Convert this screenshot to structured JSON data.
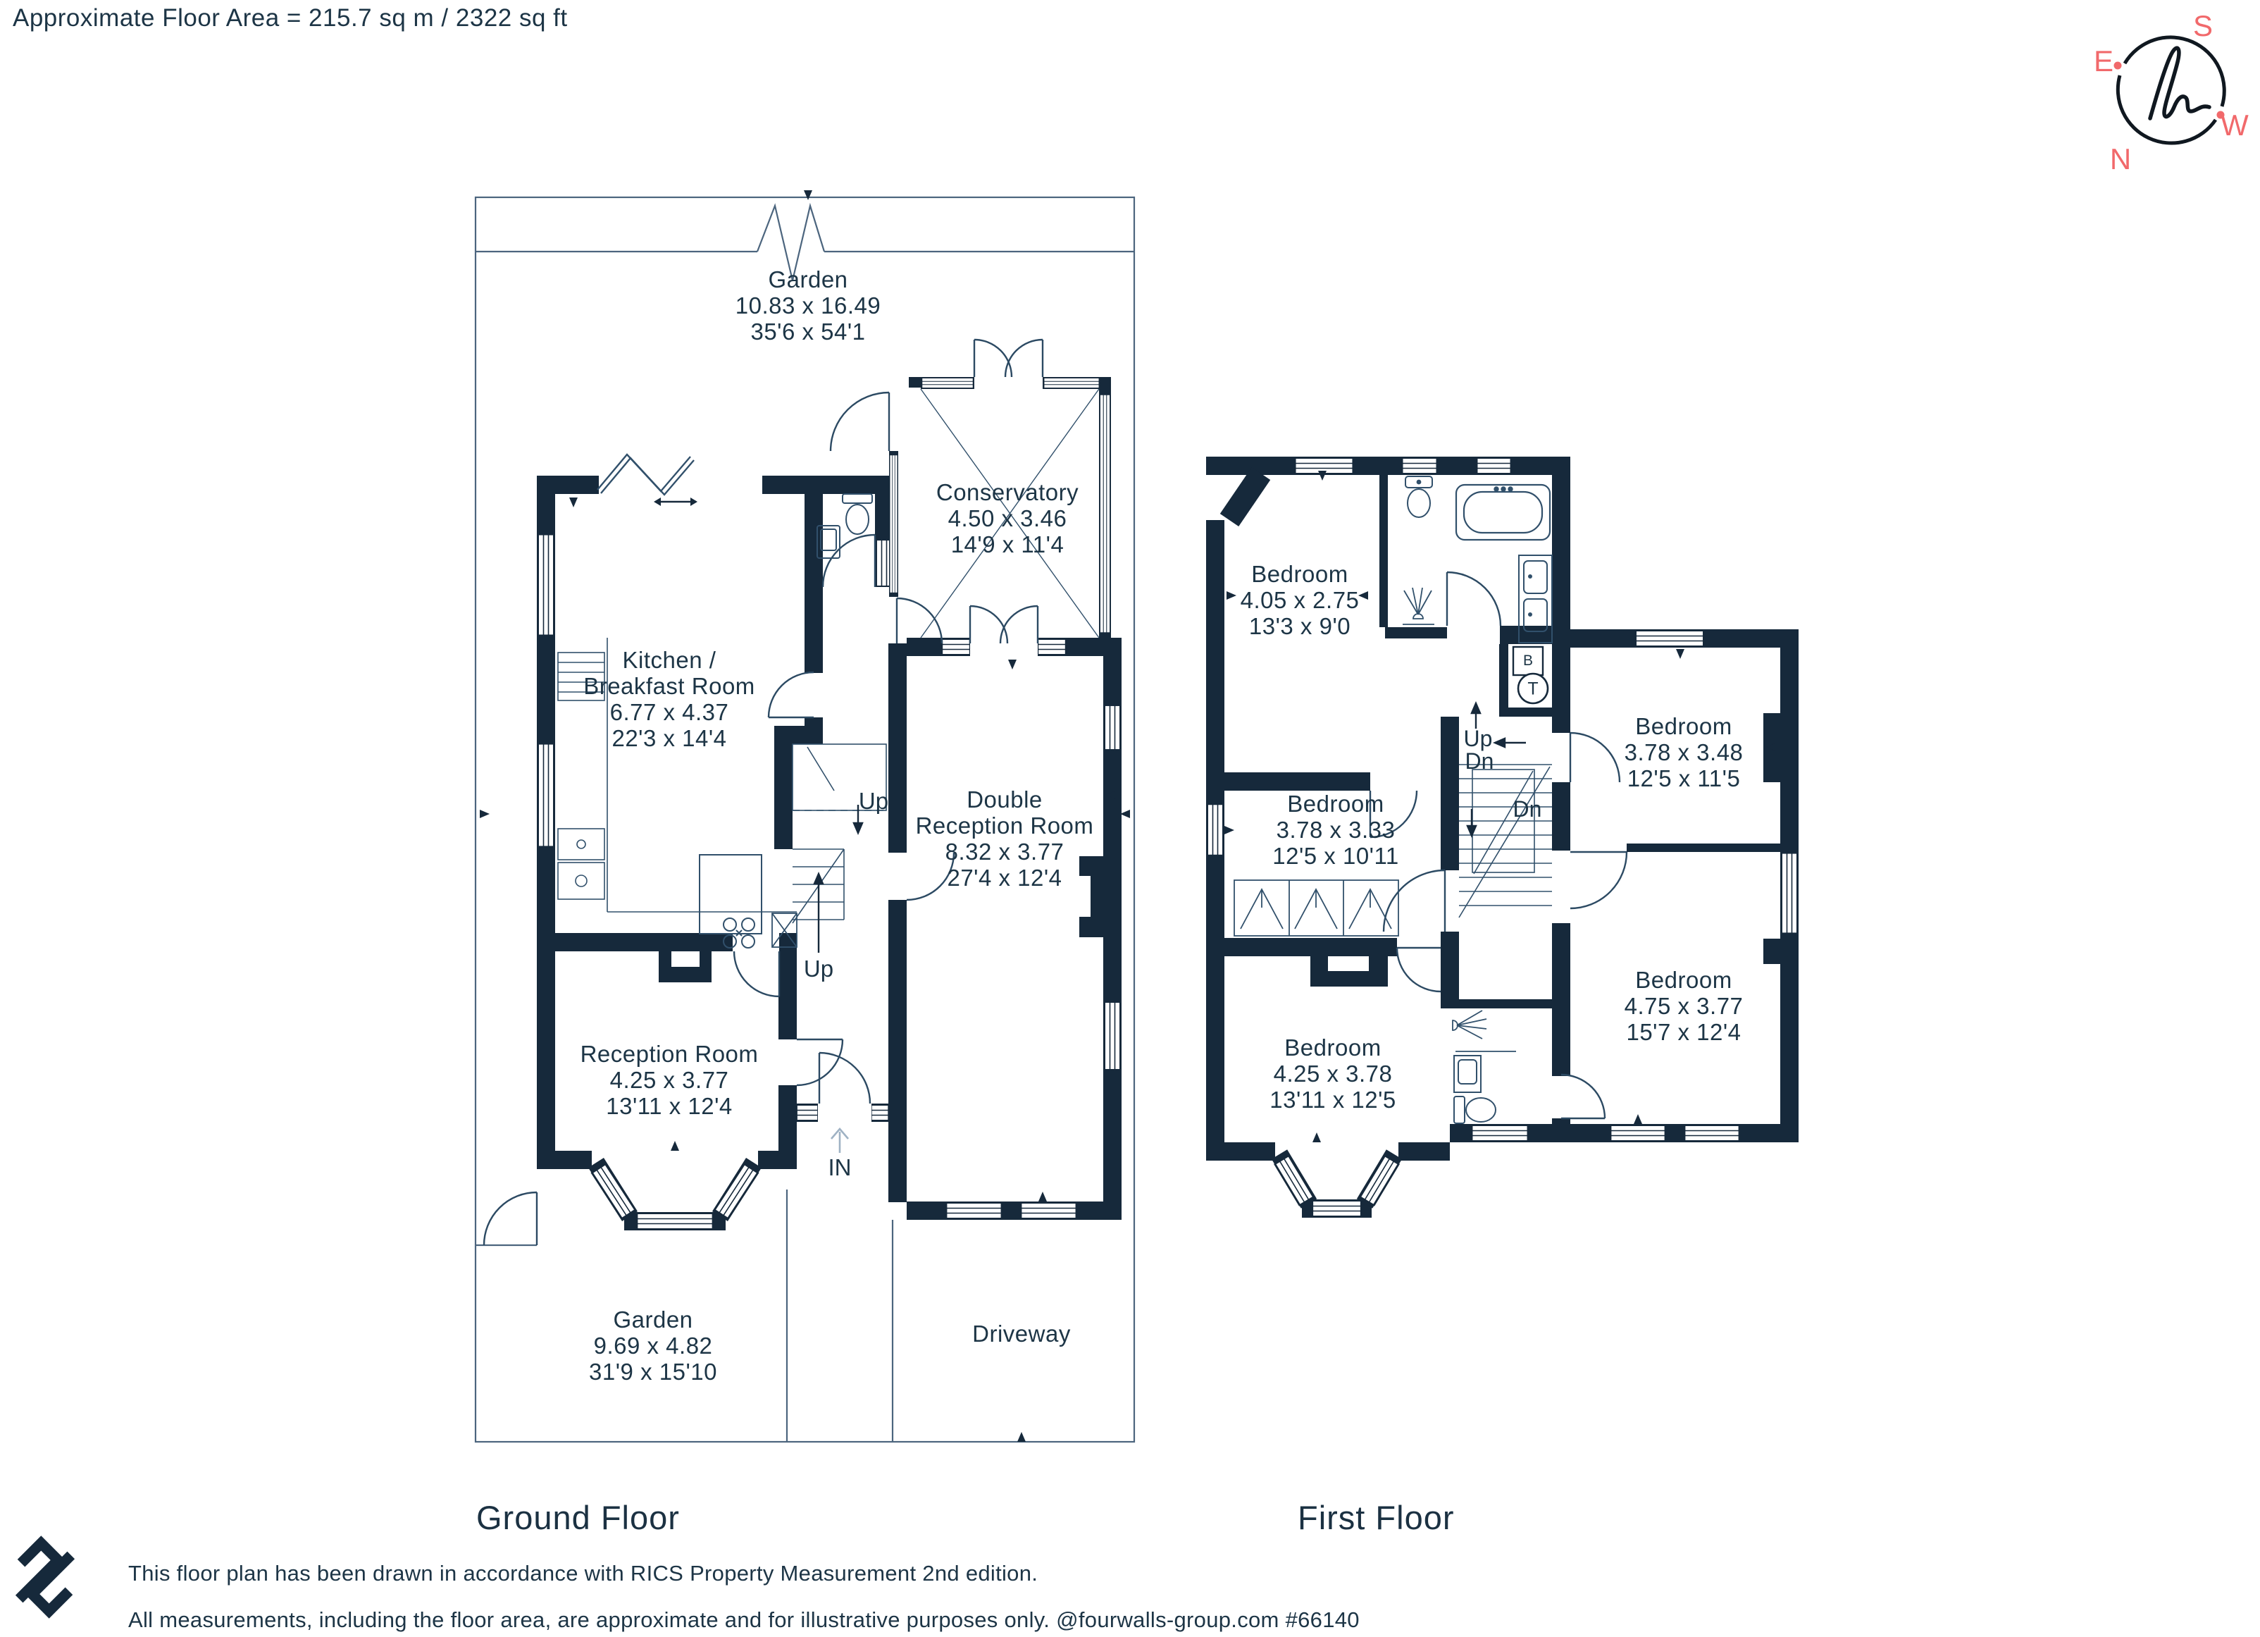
{
  "header": {
    "floor_area": "Approximate Floor Area = 215.7 sq m / 2322 sq ft"
  },
  "colors": {
    "wall": "#16293b",
    "text": "#1d3546",
    "compass_red": "#f1696b"
  },
  "compass": {
    "north": "N",
    "east": "E",
    "south": "S",
    "west": "W"
  },
  "ground_floor": {
    "title": "Ground Floor",
    "rooms": [
      {
        "name": "Garden (rear)",
        "lines": [
          "Garden",
          "10.83 x 16.49",
          "35'6 x 54'1"
        ]
      },
      {
        "name": "Conservatory",
        "lines": [
          "Conservatory",
          "4.50 x 3.46",
          "14'9 x 11'4"
        ]
      },
      {
        "name": "Kitchen / Breakfast Room",
        "lines": [
          "Kitchen /",
          "Breakfast Room",
          "6.77 x 4.37",
          "22'3 x 14'4"
        ]
      },
      {
        "name": "Double Reception Room",
        "lines": [
          "Double",
          "Reception Room",
          "8.32 x 3.77",
          "27'4 x 12'4"
        ]
      },
      {
        "name": "Reception Room",
        "lines": [
          "Reception Room",
          "4.25 x 3.77",
          "13'11 x 12'4"
        ]
      },
      {
        "name": "Garden (front)",
        "lines": [
          "Garden",
          "9.69 x 4.82",
          "31'9 x 15'10"
        ]
      },
      {
        "name": "Driveway",
        "lines": [
          "Driveway"
        ]
      }
    ],
    "annotations": {
      "up1": "Up",
      "up2": "Up",
      "entrance": "IN"
    }
  },
  "first_floor": {
    "title": "First Floor",
    "rooms": [
      {
        "name": "Bedroom (top left)",
        "lines": [
          "Bedroom",
          "4.05 x 2.75",
          "13'3 x 9'0"
        ]
      },
      {
        "name": "Bedroom (top right)",
        "lines": [
          "Bedroom",
          "3.78 x 3.48",
          "12'5 x 11'5"
        ]
      },
      {
        "name": "Bedroom (middle left)",
        "lines": [
          "Bedroom",
          "3.78 x 3.33",
          "12'5 x 10'11"
        ]
      },
      {
        "name": "Bedroom (bottom left)",
        "lines": [
          "Bedroom",
          "4.25 x 3.78",
          "13'11 x 12'5"
        ]
      },
      {
        "name": "Bedroom (bottom right)",
        "lines": [
          "Bedroom",
          "4.75 x 3.77",
          "15'7 x 12'4"
        ]
      }
    ],
    "annotations": {
      "up": "Up",
      "dn": "Dn",
      "dn2": "Dn",
      "boiler": "B",
      "tank": "T"
    }
  },
  "footer": {
    "line1": "This floor plan has been drawn in accordance with RICS Property Measurement 2nd edition.",
    "line2": "All measurements, including the floor area, are approximate and for illustrative purposes only. @fourwalls-group.com #66140"
  }
}
